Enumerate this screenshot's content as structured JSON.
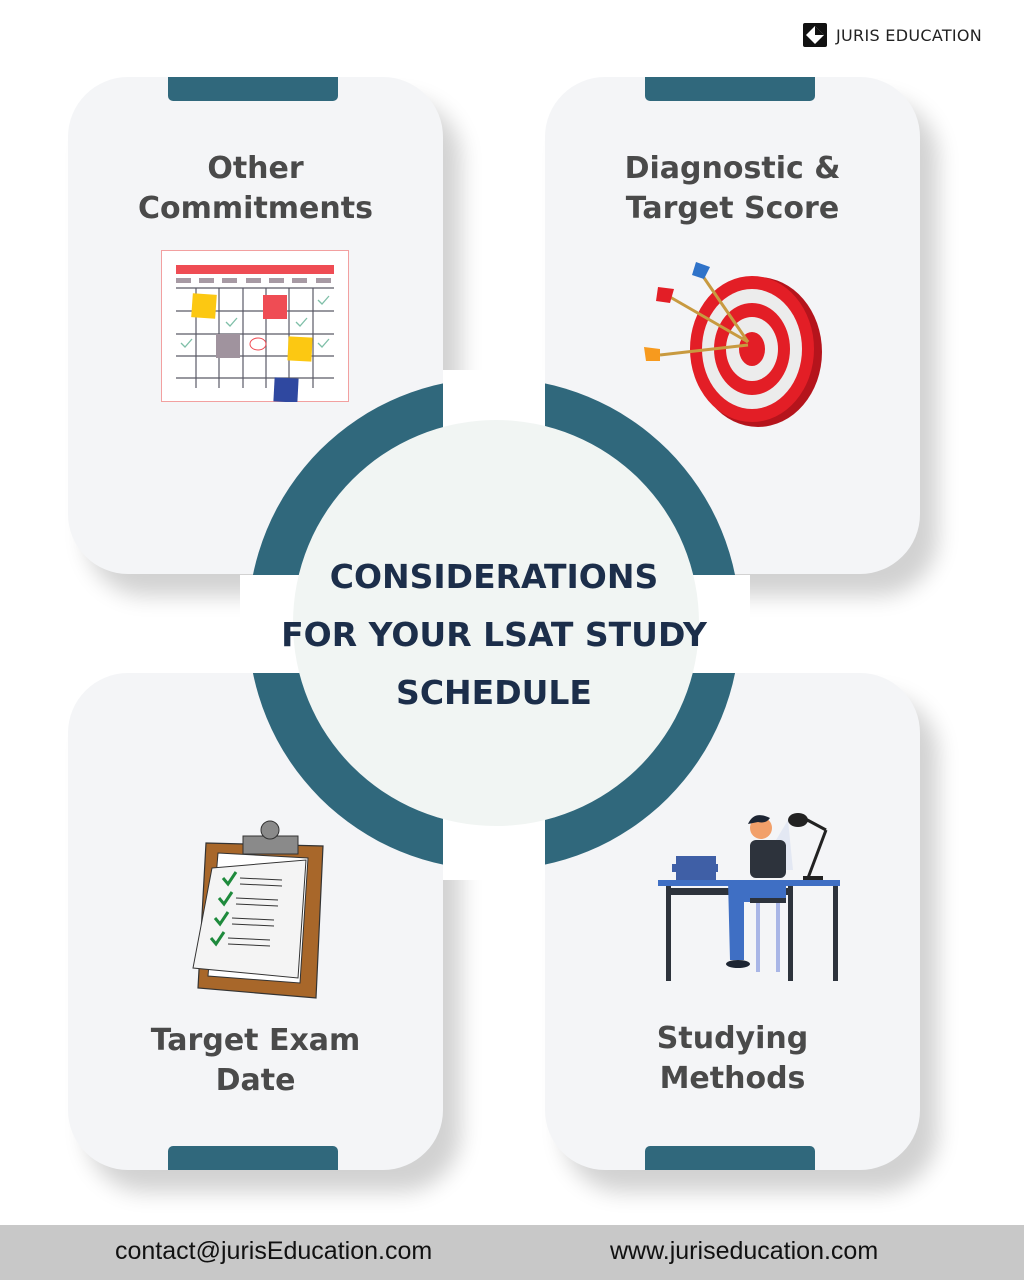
{
  "brand": {
    "logo_icon": "juris-diamond-logo-icon",
    "name": "JURIS EDUCATION"
  },
  "center": {
    "title_lines": [
      "CONSIDERATIONS",
      "FOR YOUR LSAT STUDY",
      "SCHEDULE"
    ]
  },
  "cards": [
    {
      "id": "top-left",
      "title_lines": [
        "Other",
        "Commitments"
      ],
      "icon": "calendar-icon"
    },
    {
      "id": "top-right",
      "title_lines": [
        "Diagnostic &",
        "Target Score"
      ],
      "icon": "dartboard-target-icon"
    },
    {
      "id": "bottom-left",
      "title_lines": [
        "Target Exam",
        "Date"
      ],
      "icon": "clipboard-checklist-icon"
    },
    {
      "id": "bottom-right",
      "title_lines": [
        "Studying",
        "Methods"
      ],
      "icon": "student-at-desk-icon"
    }
  ],
  "footer": {
    "email": "contact@jurisEducation.com",
    "website": "www.juriseducation.com"
  },
  "colors": {
    "accent": "#30687c",
    "card_bg": "#f4f5f7",
    "center_bg": "#f1f5f3",
    "title_text": "#1c2e4a",
    "card_text": "#4a4a4a",
    "footer_bg": "#c8c8c8"
  }
}
